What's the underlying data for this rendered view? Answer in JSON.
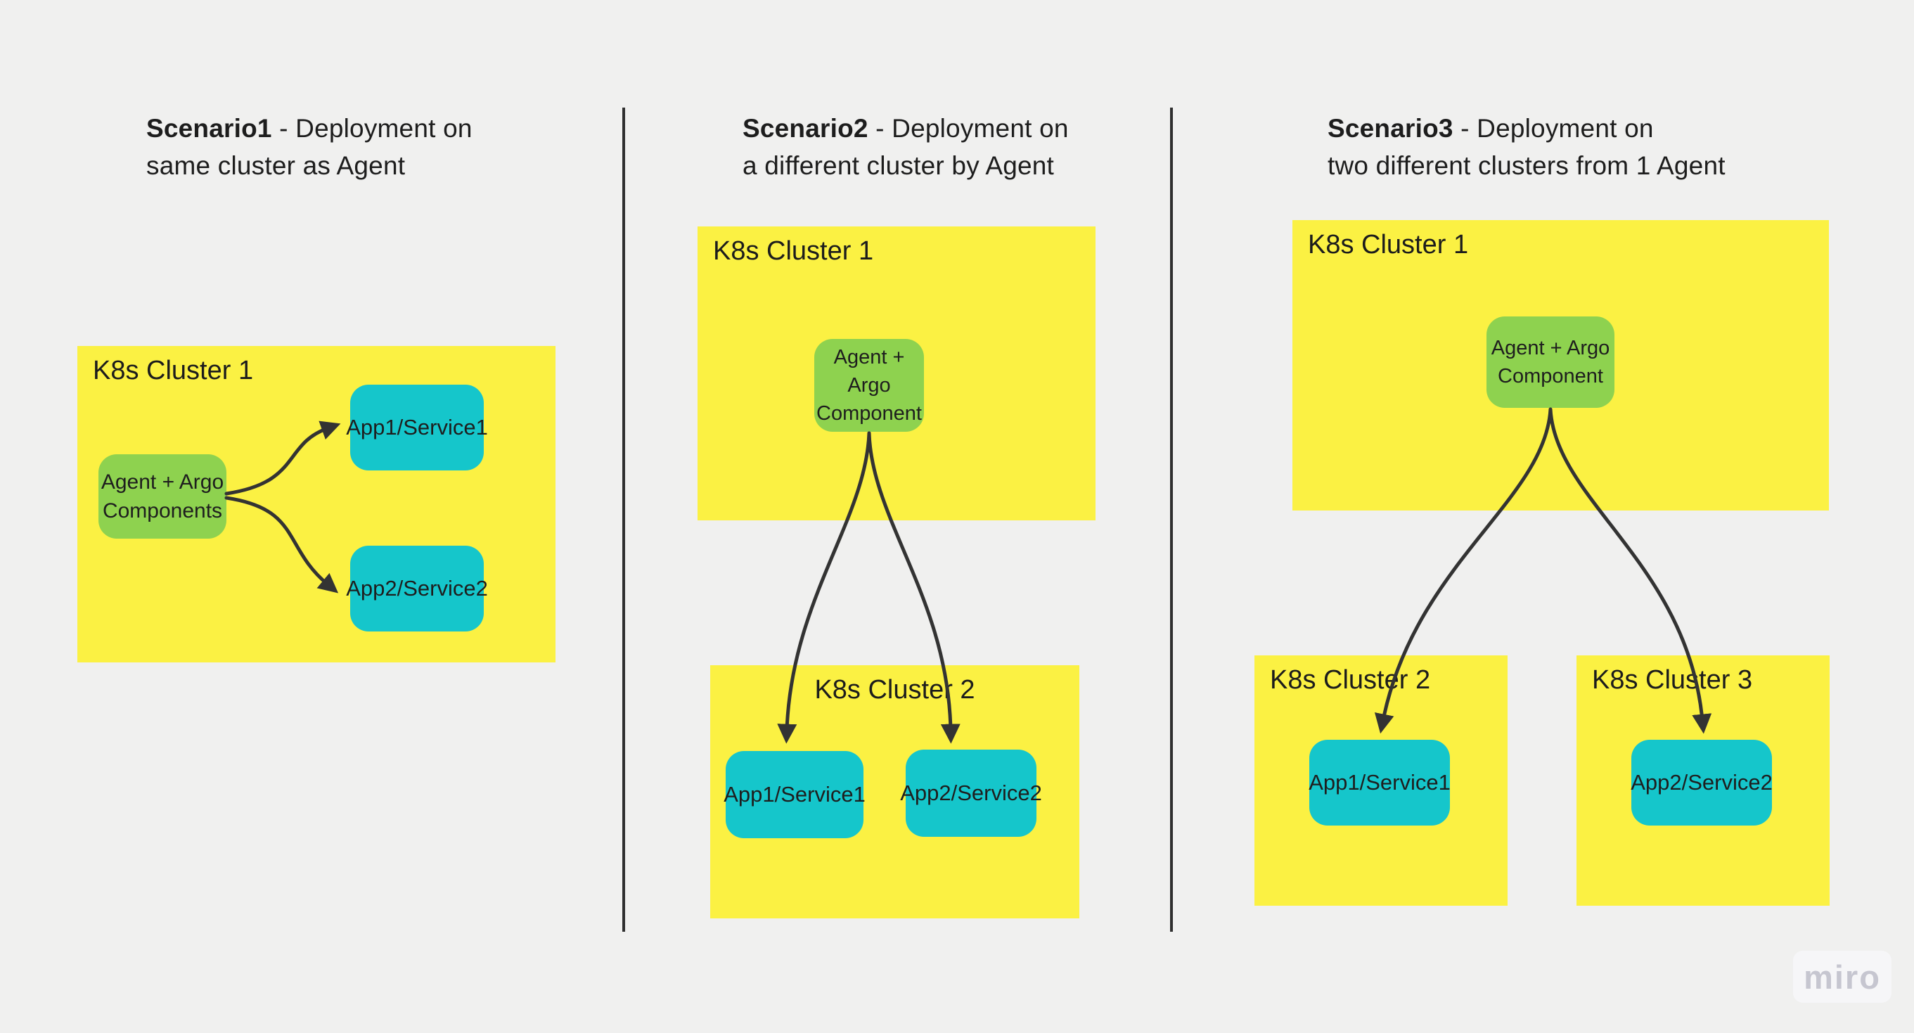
{
  "colors": {
    "background": "#f0f0ef",
    "cluster_yellow": "#fbf143",
    "agent_green": "#8ed24f",
    "app_cyan": "#15c6cb",
    "arrow": "#333333",
    "divider": "#2f2f2f",
    "title_text": "#1d1d1d",
    "watermark_text": "#c6c6d0"
  },
  "watermark": {
    "label": "miro"
  },
  "scenario1": {
    "title_bold": "Scenario1",
    "title_rest": "- Deployment on",
    "title_line2": "same cluster as Agent",
    "cluster1": {
      "label": "K8s Cluster 1"
    },
    "agent": {
      "label": "Agent + Argo Components"
    },
    "app1": {
      "label": "App1/Service1"
    },
    "app2": {
      "label": "App2/Service2"
    }
  },
  "scenario2": {
    "title_bold": "Scenario2",
    "title_rest": "- Deployment on",
    "title_line2": "a different cluster by Agent",
    "cluster1": {
      "label": "K8s Cluster 1"
    },
    "agent": {
      "label": "Agent + Argo Component"
    },
    "cluster2": {
      "label": "K8s Cluster 2"
    },
    "app1": {
      "label": "App1/Service1"
    },
    "app2": {
      "label": "App2/Service2"
    }
  },
  "scenario3": {
    "title_bold": "Scenario3",
    "title_rest": "- Deployment on",
    "title_line2": "two different clusters from 1 Agent",
    "cluster1": {
      "label": "K8s Cluster 1"
    },
    "agent": {
      "label": "Agent + Argo Component"
    },
    "cluster2": {
      "label": "K8s Cluster 2"
    },
    "cluster3": {
      "label": "K8s Cluster 3"
    },
    "app1": {
      "label": "App1/Service1"
    },
    "app2": {
      "label": "App2/Service2"
    }
  }
}
